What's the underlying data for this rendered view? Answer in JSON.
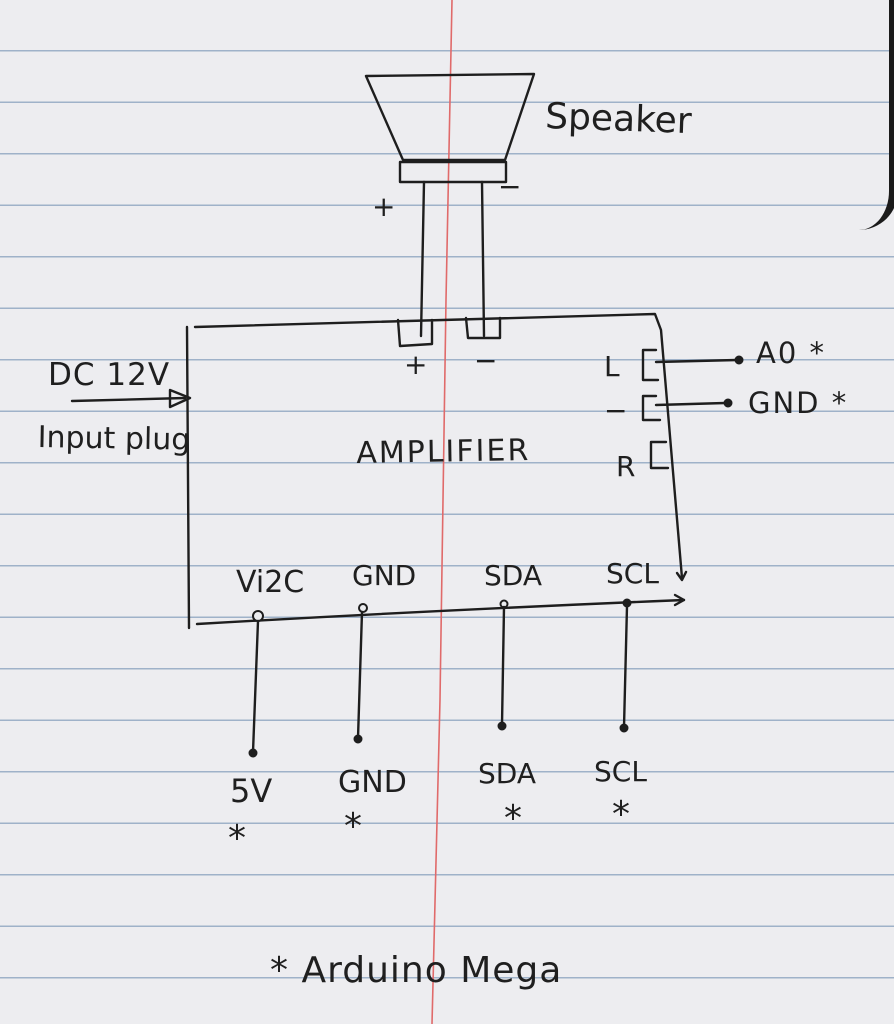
{
  "speaker": {
    "label": "Speaker",
    "plus": "+",
    "minus": "−"
  },
  "amplifier": {
    "label": "AMPLIFIER",
    "speaker_terminals": {
      "plus": "+",
      "minus": "−"
    },
    "audio_in": {
      "l": "L",
      "gnd": "−",
      "r": "R"
    },
    "i2c_pins": [
      "Vi2C",
      "GND",
      "SDA",
      "SCL"
    ]
  },
  "power_input": {
    "voltage": "DC 12V",
    "label": "Input plug"
  },
  "audio_connections": [
    "A0 *",
    "GND *"
  ],
  "arduino_pins": [
    "5V",
    "GND",
    "SDA",
    "SCL"
  ],
  "footnote": {
    "mark": "*",
    "text": "*  Arduino Mega"
  },
  "colors": {
    "ink": "#1e1e1e",
    "ruled_line": "#9fb2c9",
    "margin_line": "#e06a6a",
    "paper": "#ededf0"
  }
}
